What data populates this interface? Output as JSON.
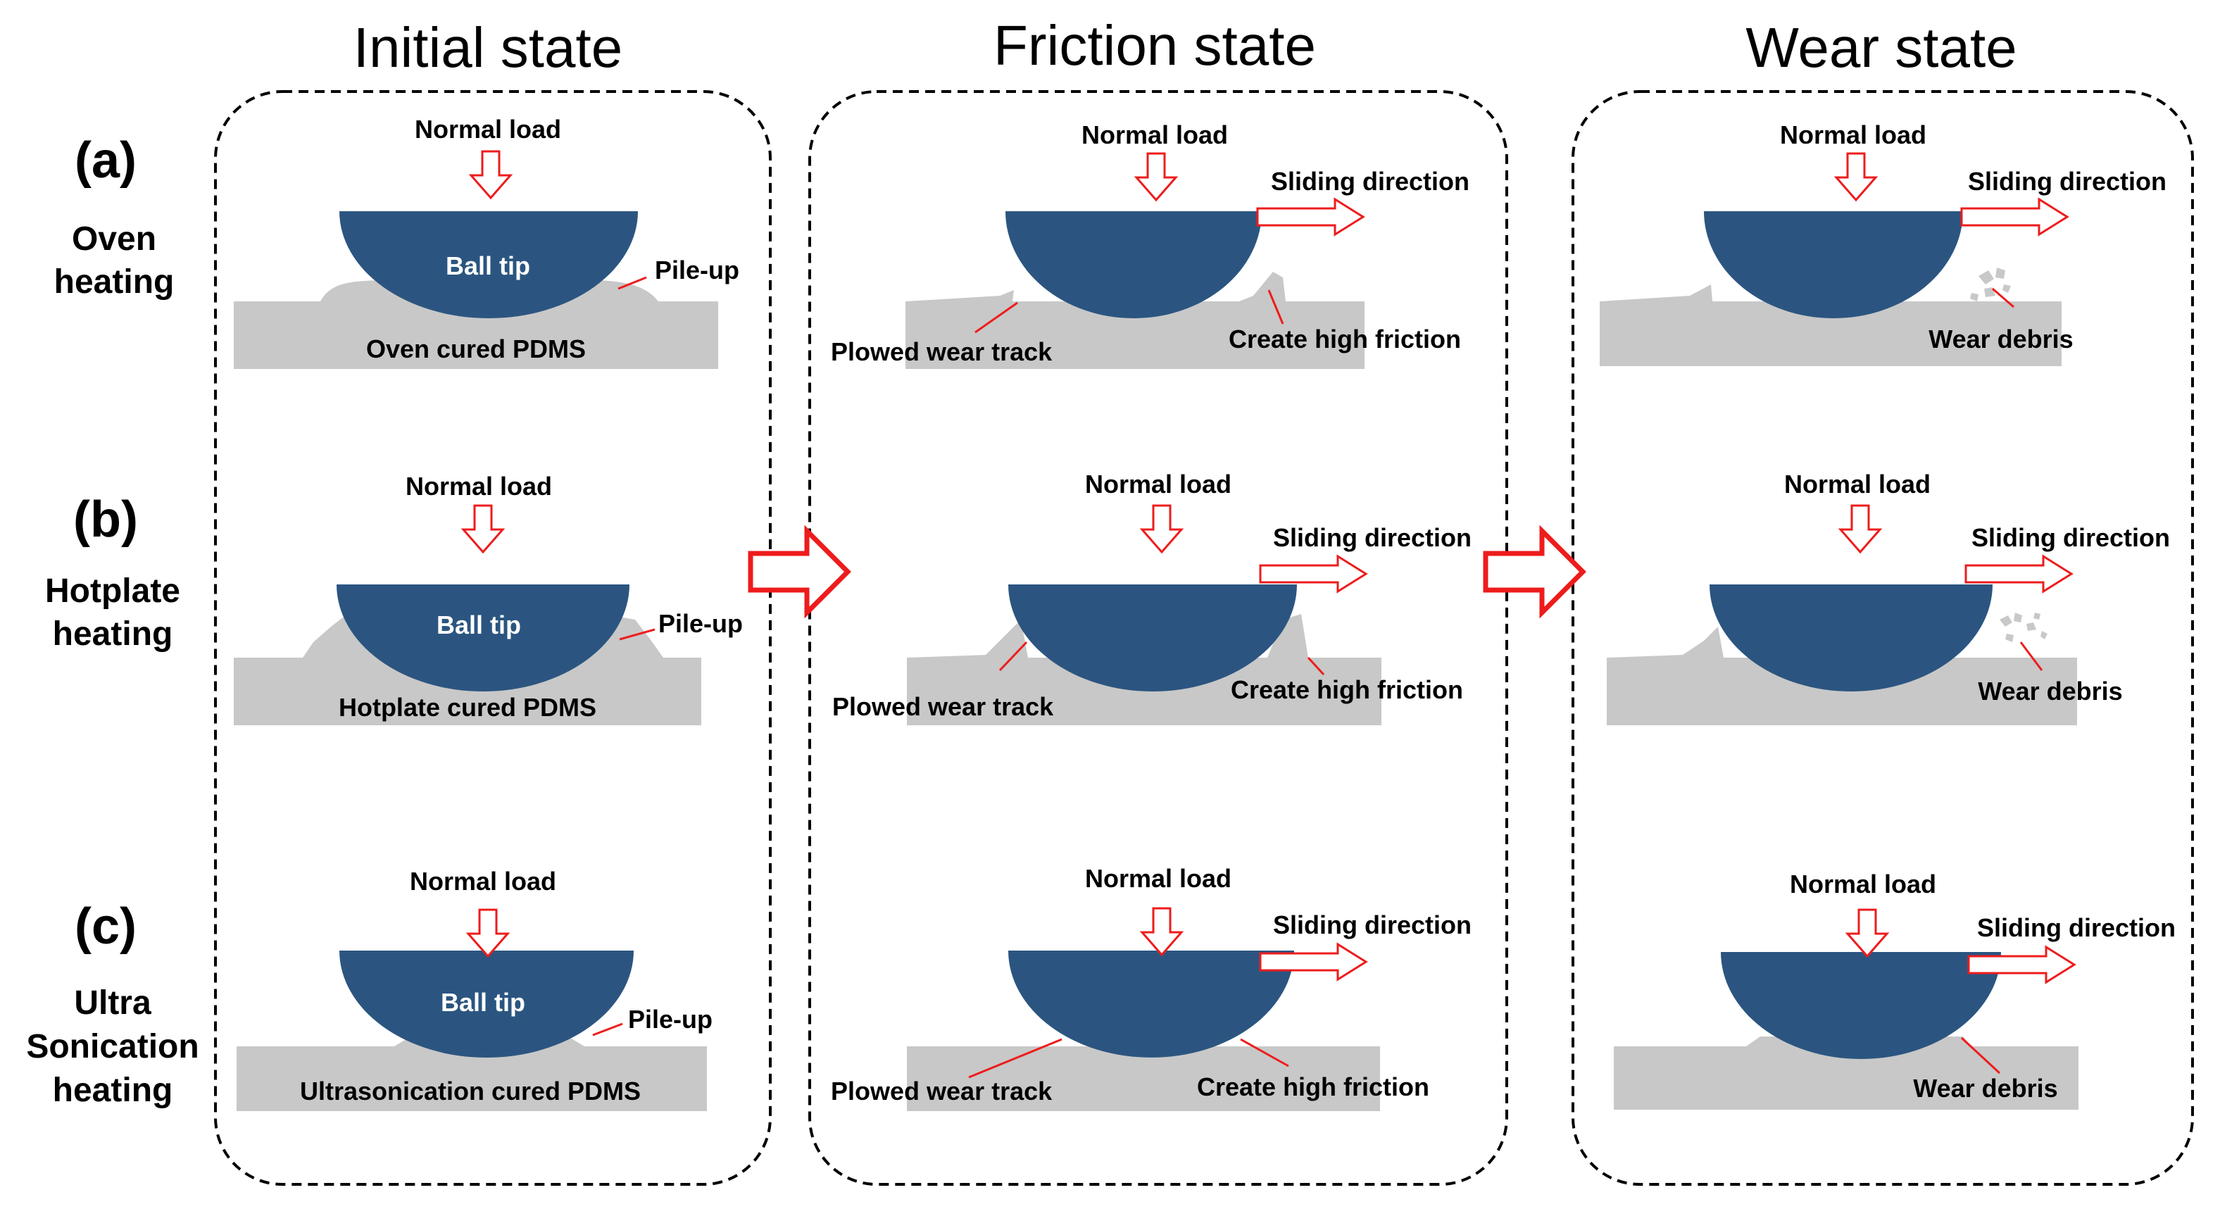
{
  "columns": [
    "Initial state",
    "Friction state",
    "Wear state"
  ],
  "rows": [
    {
      "letter": "(a)",
      "method": [
        "Oven",
        "heating"
      ],
      "initial": {
        "load": "Normal load",
        "ball": "Ball tip",
        "pileup": "Pile-up",
        "substrate": "Oven cured PDMS"
      },
      "friction": {
        "load": "Normal load",
        "sliding": "Sliding direction",
        "track": "Plowed wear track",
        "high": "Create high friction"
      },
      "wear": {
        "load": "Normal load",
        "sliding": "Sliding direction",
        "debris": "Wear debris"
      }
    },
    {
      "letter": "(b)",
      "method": [
        "Hotplate",
        "heating"
      ],
      "initial": {
        "load": "Normal load",
        "ball": "Ball tip",
        "pileup": "Pile-up",
        "substrate": "Hotplate cured PDMS"
      },
      "friction": {
        "load": "Normal load",
        "sliding": "Sliding direction",
        "track": "Plowed wear track",
        "high": "Create high friction"
      },
      "wear": {
        "load": "Normal load",
        "sliding": "Sliding direction",
        "debris": "Wear debris"
      }
    },
    {
      "letter": "(c)",
      "method": [
        "Ultra",
        "Sonication",
        "heating"
      ],
      "initial": {
        "load": "Normal load",
        "ball": "Ball tip",
        "pileup": "Pile-up",
        "substrate": "Ultrasonication cured PDMS"
      },
      "friction": {
        "load": "Normal load",
        "sliding": "Sliding direction",
        "track": "Plowed wear track",
        "high": "Create high friction"
      },
      "wear": {
        "load": "Normal load",
        "sliding": "Sliding direction",
        "debris": "Wear debris"
      }
    }
  ],
  "colors": {
    "ball": "#2b5580",
    "substrate": "#c8c8c8",
    "arrow": "#ee1c1c",
    "border": "#000000"
  }
}
